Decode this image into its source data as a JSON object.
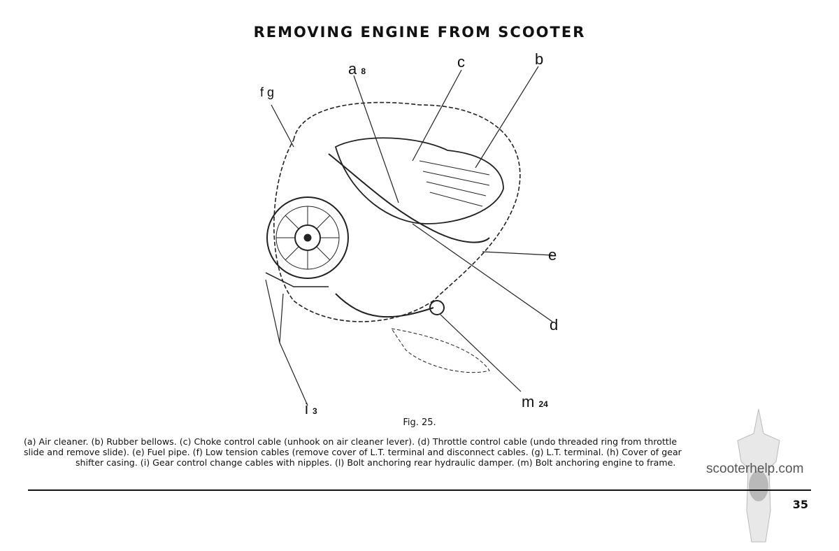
{
  "title": "REMOVING ENGINE FROM SCOOTER",
  "figure": {
    "labels": {
      "a": "a",
      "a_qty": "8",
      "b": "b",
      "c": "c",
      "fg": "f g",
      "e": "e",
      "d": "d",
      "i": "i",
      "i_qty": "3",
      "m": "m",
      "m_qty": "24"
    },
    "number": "Fig. 25."
  },
  "caption": {
    "line1": "(a) Air cleaner.   (b) Rubber bellows.   (c) Choke control cable (unhook on air cleaner lever).   (d) Throttle control cable (undo threaded ring from throttle",
    "line2": "slide and remove slide).   (e) Fuel pipe.   (f) Low tension cables (remove cover of L.T. terminal and disconnect cables.   (g) L.T. terminal.   (h) Cover of gear",
    "line3": "shifter casing.   (i) Gear control change cables with nipples.   (l) Bolt anchoring rear hydraulic damper.   (m) Bolt anchoring engine to frame."
  },
  "page_number": "35",
  "watermark": "scooterhelp.com"
}
